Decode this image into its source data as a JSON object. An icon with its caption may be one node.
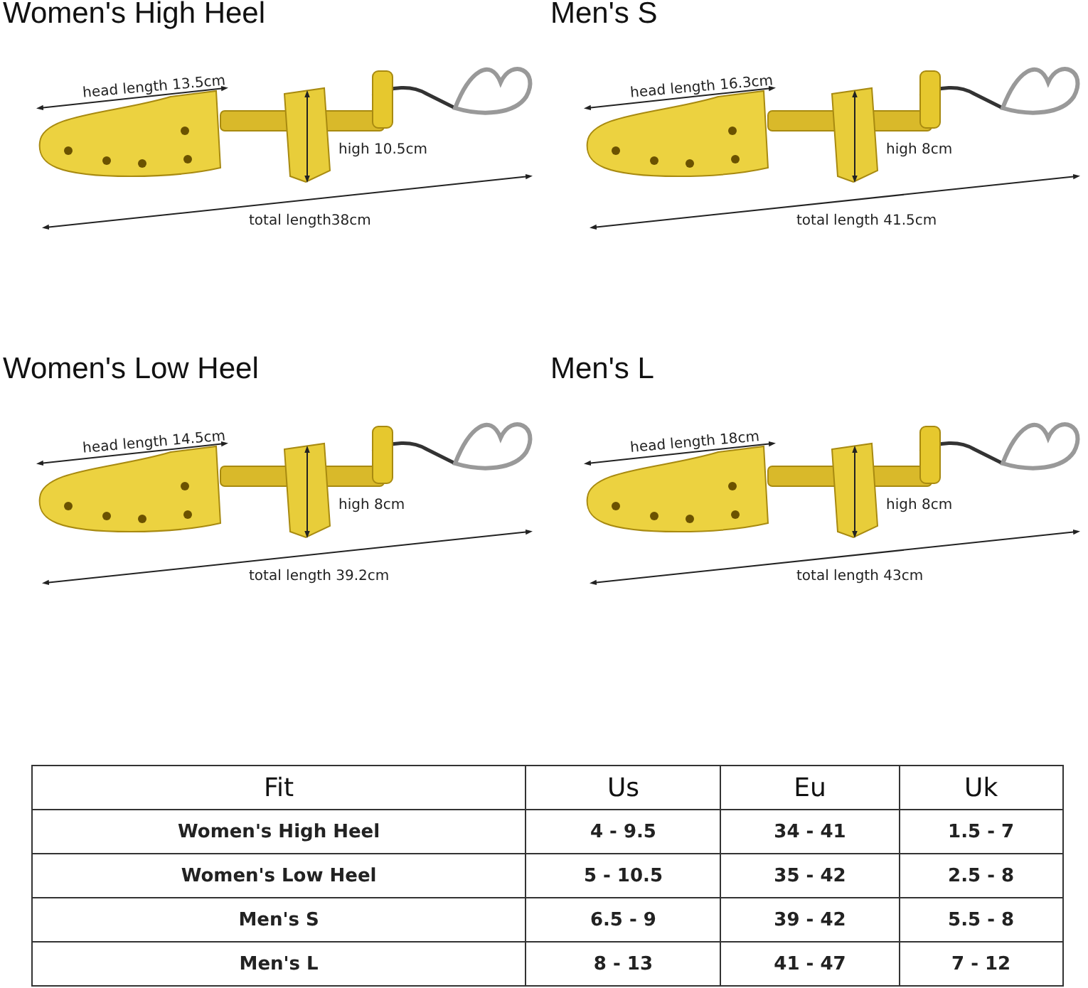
{
  "diagram": {
    "labels": [
      "Women's High Heel",
      "head length 13.5cm",
      "high 10.5cm",
      "total length38cm",
      "Men's S",
      "head length 16.3cm",
      "high 8cm",
      "total length 41.5cm",
      "Women's Low Heel",
      "head length 14.5cm",
      "high 8cm",
      "total length 39.2cm",
      "Men's L",
      "head length 18cm",
      "high 8cm",
      "total length 43cm",
      "Fit",
      "Us",
      "Eu",
      "Uk",
      "Women's High Heel",
      "4 - 9.5",
      "34 - 41",
      "1.5 - 7",
      "Women's Low Heel",
      "5 - 10.5",
      "35 - 42",
      "2.5 - 8",
      "Men's S",
      "6.5 - 9",
      "39 - 42",
      "5.5 - 8",
      "Men's L",
      "8 - 13",
      "41 - 47",
      "7 - 12"
    ]
  }
}
